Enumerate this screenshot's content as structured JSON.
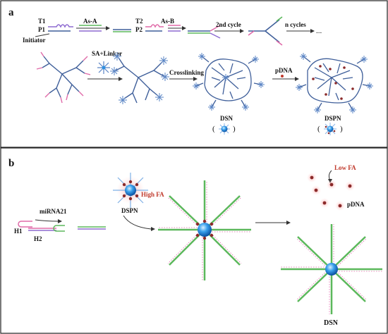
{
  "panel_a": {
    "letter": "a",
    "t1": "T1",
    "p1": "P1",
    "initiator": "Initiator",
    "as_a": "As-A",
    "t2": "T2",
    "p2": "P2",
    "as_b": "As-B",
    "second_cycle": "2nd cycle",
    "n_cycles": "n cycles",
    "ellipsis": "...",
    "sa_linker": "SA+Linker",
    "crosslinking": "Crosslinking",
    "pdna": "pDNA",
    "dsn": "DSN",
    "dspn": "DSPN",
    "paren_open": "(",
    "paren_close": ")"
  },
  "panel_b": {
    "letter": "b",
    "h1": "H1",
    "h2": "H2",
    "mirna": "miRNA21",
    "high_fa": "High FA",
    "low_fa": "Low FA",
    "dspn": "DSPN",
    "pdna": "pDNA",
    "dsn": "DSN"
  },
  "colors": {
    "dna_blue": "#3f5f9a",
    "strand_green": "#5cb85c",
    "strand_pink": "#e06aa8",
    "strand_purple": "#8e6bd1",
    "sphere_blue": "#2f8fe0",
    "pdna_brown": "#8b2a2a",
    "fa_red": "#c0392b"
  }
}
